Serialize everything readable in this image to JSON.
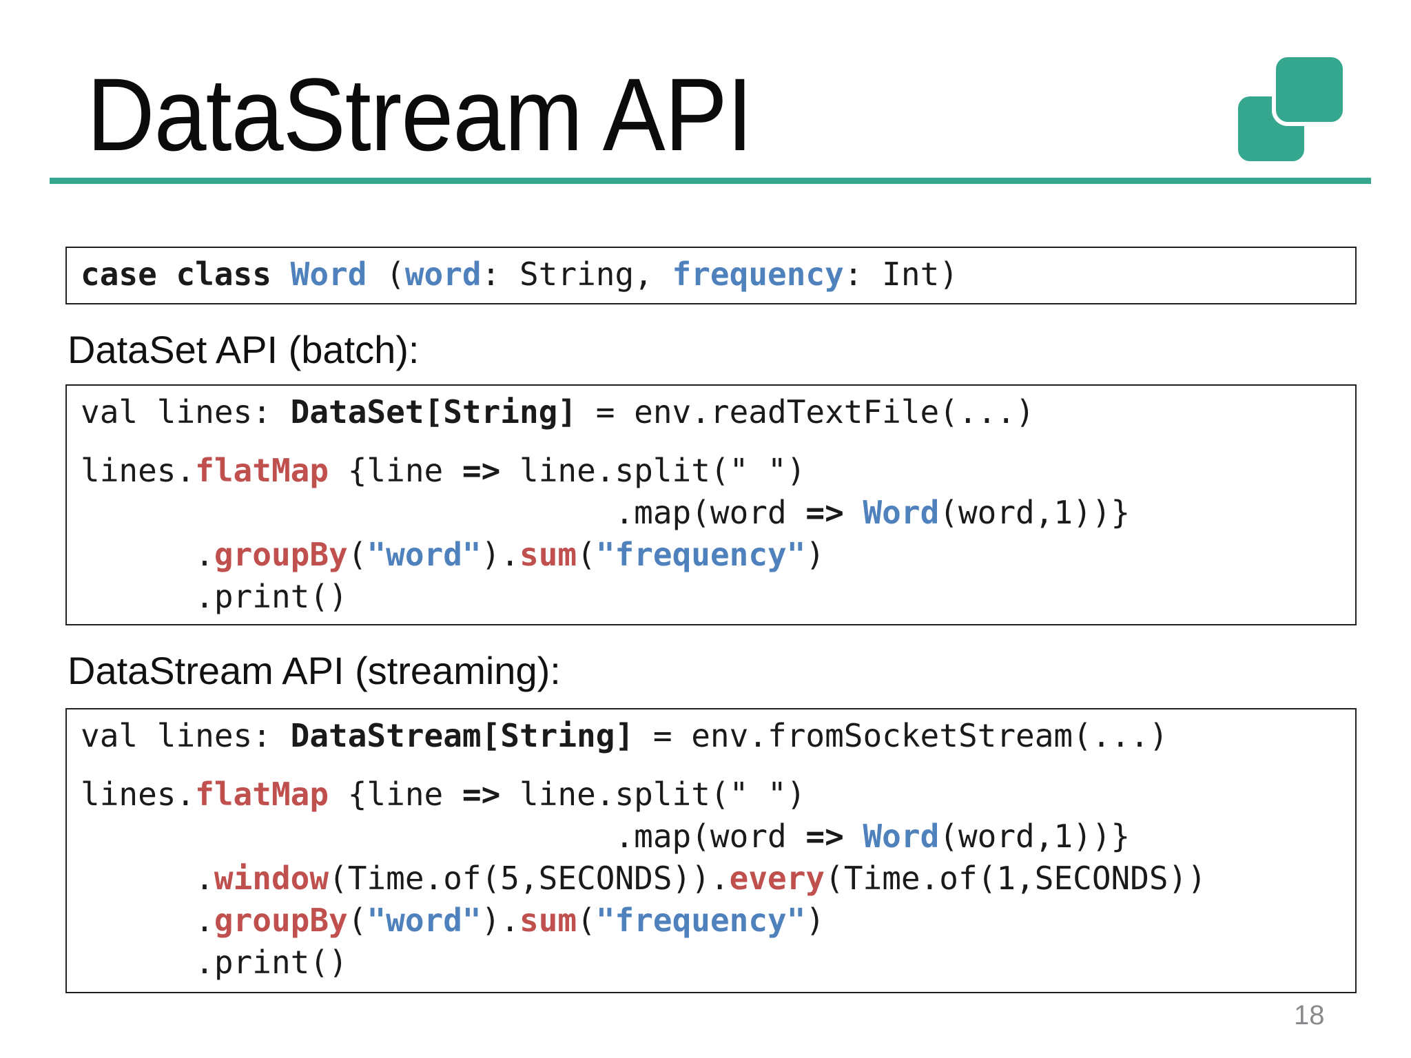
{
  "slide": {
    "title": "DataStream API",
    "page_number": "18"
  },
  "labels": {
    "dataset_api": "DataSet API (batch):",
    "datastream_api": "DataStream API (streaming):"
  },
  "icons": {
    "logo": "overlapping-squares-logo"
  },
  "colors": {
    "accent_green": "#35A78E",
    "code_keyword_red": "#C0504D",
    "code_identifier_blue": "#4F81BD",
    "code_text": "#1A1A1A",
    "box_border": "#202020",
    "page_number_gray": "#8A8A8E"
  },
  "code_boxes": [
    {
      "id": "case-class",
      "lines": [
        [
          {
            "t": "case class ",
            "c": "kw"
          },
          {
            "t": "Word",
            "c": "blue"
          },
          {
            "t": " (",
            "c": "plain"
          },
          {
            "t": "word",
            "c": "blue"
          },
          {
            "t": ": String, ",
            "c": "plain"
          },
          {
            "t": "frequency",
            "c": "blue"
          },
          {
            "t": ": Int)",
            "c": "plain"
          }
        ]
      ]
    },
    {
      "id": "dataset-batch",
      "lines": [
        [
          {
            "t": "val lines: ",
            "c": "plain"
          },
          {
            "t": "DataSet[String]",
            "c": "kw"
          },
          {
            "t": " = env.readTextFile(...)",
            "c": "plain"
          }
        ],
        [],
        [
          {
            "t": "lines.",
            "c": "plain"
          },
          {
            "t": "flatMap",
            "c": "red"
          },
          {
            "t": " {line ",
            "c": "plain"
          },
          {
            "t": "=>",
            "c": "kw"
          },
          {
            "t": " line.split(\" \")",
            "c": "plain"
          }
        ],
        [
          {
            "t": "                            .map(word ",
            "c": "plain"
          },
          {
            "t": "=>",
            "c": "kw"
          },
          {
            "t": " ",
            "c": "plain"
          },
          {
            "t": "Word",
            "c": "blue"
          },
          {
            "t": "(word,1))}",
            "c": "plain"
          }
        ],
        [
          {
            "t": "      .",
            "c": "plain"
          },
          {
            "t": "groupBy",
            "c": "red"
          },
          {
            "t": "(",
            "c": "plain"
          },
          {
            "t": "\"word\"",
            "c": "blue"
          },
          {
            "t": ").",
            "c": "plain"
          },
          {
            "t": "sum",
            "c": "red"
          },
          {
            "t": "(",
            "c": "plain"
          },
          {
            "t": "\"frequency\"",
            "c": "blue"
          },
          {
            "t": ")",
            "c": "plain"
          }
        ],
        [
          {
            "t": "      .print()",
            "c": "plain"
          }
        ]
      ]
    },
    {
      "id": "datastream-streaming",
      "lines": [
        [
          {
            "t": "val lines: ",
            "c": "plain"
          },
          {
            "t": "DataStream[String]",
            "c": "kw"
          },
          {
            "t": " = env.fromSocketStream(...)",
            "c": "plain"
          }
        ],
        [],
        [
          {
            "t": "lines.",
            "c": "plain"
          },
          {
            "t": "flatMap",
            "c": "red"
          },
          {
            "t": " {line ",
            "c": "plain"
          },
          {
            "t": "=>",
            "c": "kw"
          },
          {
            "t": " line.split(\" \")",
            "c": "plain"
          }
        ],
        [
          {
            "t": "                            .map(word ",
            "c": "plain"
          },
          {
            "t": "=>",
            "c": "kw"
          },
          {
            "t": " ",
            "c": "plain"
          },
          {
            "t": "Word",
            "c": "blue"
          },
          {
            "t": "(word,1))}",
            "c": "plain"
          }
        ],
        [
          {
            "t": "      .",
            "c": "plain"
          },
          {
            "t": "window",
            "c": "red"
          },
          {
            "t": "(Time.of(5,SECONDS)).",
            "c": "plain"
          },
          {
            "t": "every",
            "c": "red"
          },
          {
            "t": "(Time.of(1,SECONDS))",
            "c": "plain"
          }
        ],
        [
          {
            "t": "      .",
            "c": "plain"
          },
          {
            "t": "groupBy",
            "c": "red"
          },
          {
            "t": "(",
            "c": "plain"
          },
          {
            "t": "\"word\"",
            "c": "blue"
          },
          {
            "t": ").",
            "c": "plain"
          },
          {
            "t": "sum",
            "c": "red"
          },
          {
            "t": "(",
            "c": "plain"
          },
          {
            "t": "\"frequency\"",
            "c": "blue"
          },
          {
            "t": ")",
            "c": "plain"
          }
        ],
        [
          {
            "t": "      .print()",
            "c": "plain"
          }
        ]
      ]
    }
  ]
}
